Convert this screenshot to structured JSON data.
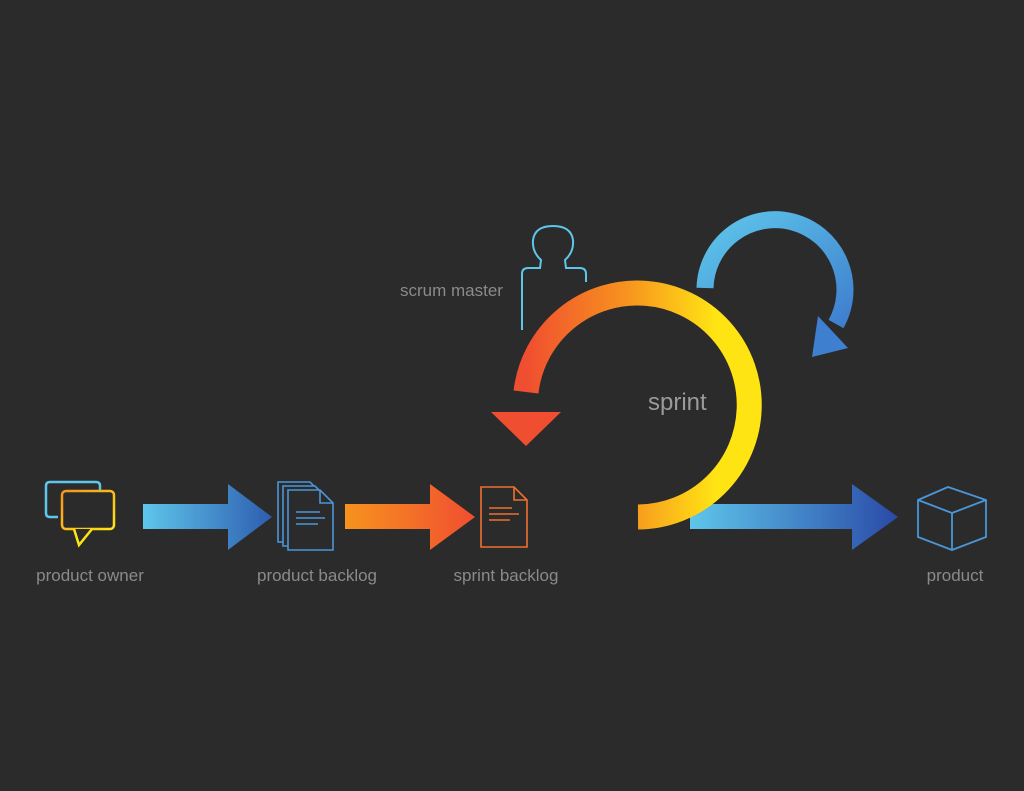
{
  "labels": {
    "product_owner": "product owner",
    "product_backlog": "product backlog",
    "sprint_backlog": "sprint backlog",
    "product": "product",
    "scrum_master": "scrum master",
    "sprint": "sprint"
  },
  "icons": {
    "product_owner": "speech-bubbles-icon",
    "product_backlog": "document-stack-icon",
    "sprint_backlog": "document-icon",
    "product": "cube-icon",
    "scrum_master": "person-icon"
  },
  "colors": {
    "background": "#2b2b2b",
    "label": "#8a8a8a",
    "blue_light": "#5ec6ea",
    "blue_dark": "#2e5db0",
    "orange": "#f7931e",
    "red": "#f04e30",
    "yellow": "#ffe414"
  }
}
